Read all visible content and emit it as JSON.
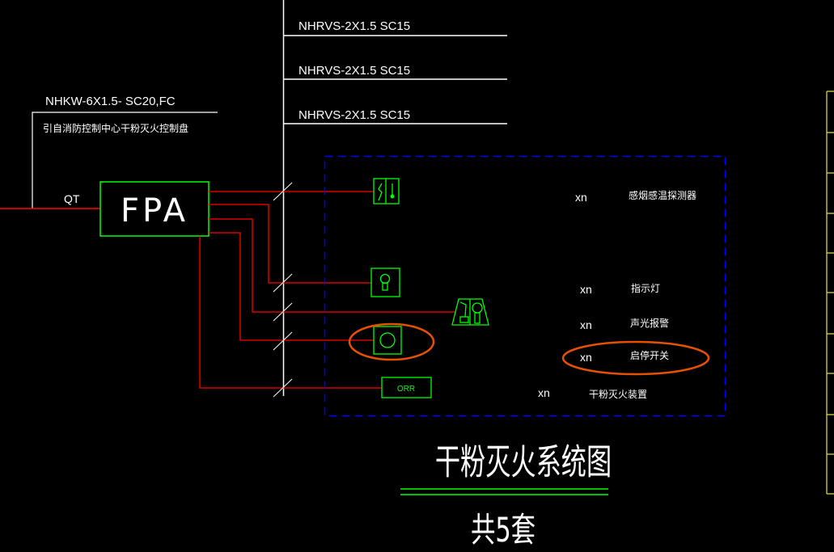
{
  "colors": {
    "background": "#000000",
    "wire": "#ff0000",
    "device": "#00ff00",
    "annotation": "#e65100",
    "boundary": "#0000ff",
    "frame": "#d4d44a",
    "line": "#ffffff"
  },
  "cable_labels": [
    "NHRVS-2X1.5  SC15",
    "NHRVS-2X1.5  SC15",
    "NHRVS-2X1.5  SC15"
  ],
  "incoming": {
    "cable": "NHKW-6X1.5- SC20,FC",
    "source": "引自消防控制中心干粉灭火控制盘",
    "breaker": "QT"
  },
  "panel": {
    "label": "FPA"
  },
  "devices": [
    {
      "icon": "smoke-heat-detector",
      "qty": "xn",
      "name": "感烟感温探测器"
    },
    {
      "icon": "indicator-lamp",
      "qty": "xn",
      "name": "指示灯"
    },
    {
      "icon": "audible-visual-alarm",
      "qty": "xn",
      "name": "声光报警"
    },
    {
      "icon": "start-stop-switch",
      "qty": "xn",
      "name": "启停开关"
    },
    {
      "icon": "dry-powder-extinguisher",
      "qty": "xn",
      "name": "干粉灭火装置",
      "symbol_text": "ORR"
    }
  ],
  "title": {
    "main": "干粉灭火系统图",
    "sub": "共5套"
  }
}
